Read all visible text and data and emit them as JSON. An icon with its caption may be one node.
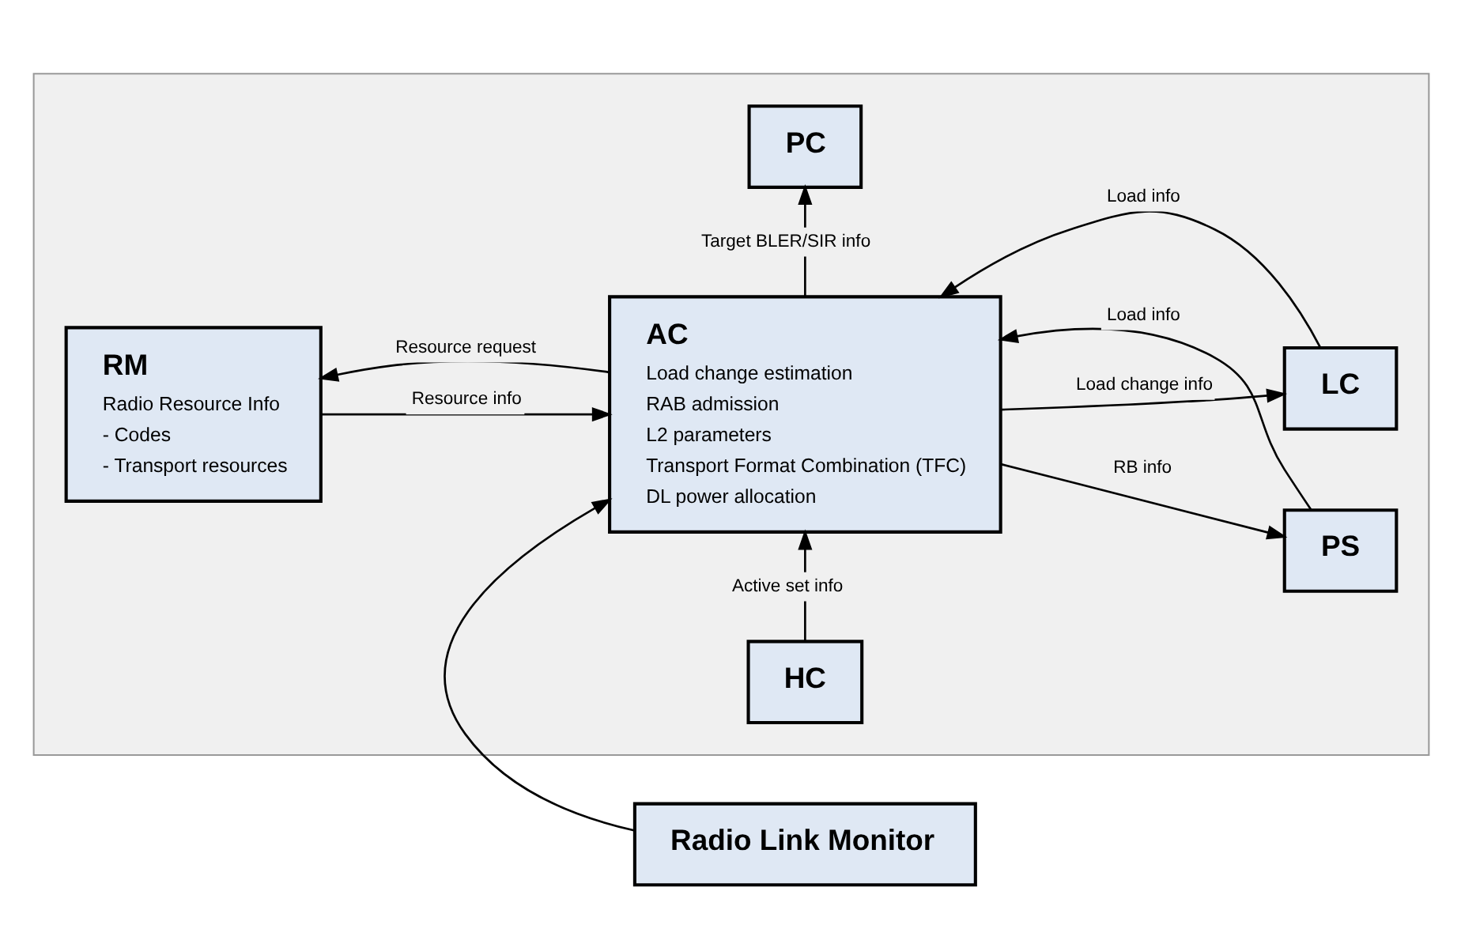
{
  "diagram": {
    "nodes": [
      {
        "text": [
          "Radio Link Monitor"
        ]
      },
      {
        "text": [],
        "shape": "box"
      },
      {
        "text": [
          "RM",
          "Radio Resource Info",
          "- Codes",
          "- Transport resources"
        ],
        "in": 1
      },
      {
        "text": [
          "AC",
          "Load change estimation",
          "RAB admission",
          "L2 parameters",
          "Transport Format Combination (TFC)",
          "DL power allocation"
        ],
        "in": 1
      },
      {
        "text": [
          "PS"
        ],
        "in": 1
      },
      {
        "text": [
          "LC"
        ],
        "in": 1
      },
      {
        "text": [
          "PC"
        ],
        "in": 1
      },
      {
        "text": [
          "HC"
        ],
        "in": 1
      }
    ],
    "edges": [
      {
        "from": 0,
        "to": 3,
        "arrow": "to"
      },
      {
        "from": 3,
        "to": 2,
        "arrow": "to",
        "label": "Resource request"
      },
      {
        "from": 2,
        "to": 3,
        "arrow": "to",
        "label": "Resource info"
      },
      {
        "from": 3,
        "to": 4,
        "arrow": "to",
        "label": "RB info"
      },
      {
        "from": 4,
        "to": 3,
        "arrow": "to",
        "label": "Load info"
      },
      {
        "from": 3,
        "to": 5,
        "arrow": "to",
        "label": "Load change info"
      },
      {
        "from": 5,
        "to": 3,
        "arrow": "to",
        "label": "Load info"
      },
      {
        "from": 3,
        "to": 6,
        "arrow": "to",
        "label": "Target BLER/SIR info"
      },
      {
        "from": 7,
        "to": 3,
        "arrow": "to",
        "label": "Active set info"
      }
    ]
  }
}
